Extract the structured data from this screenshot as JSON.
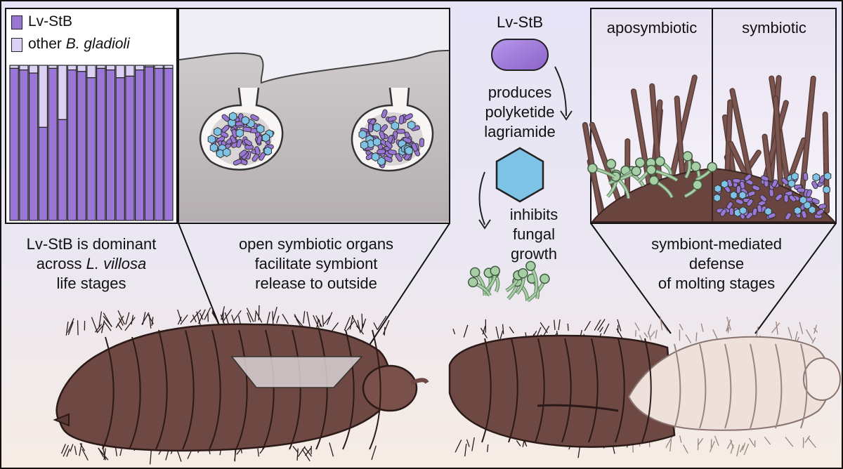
{
  "legend": {
    "items": [
      {
        "label": "Lv-StB",
        "color": "#9a77d6"
      },
      {
        "label_prefix": "other ",
        "label_italic": "B. gladioli",
        "color": "#dcd0f4"
      }
    ]
  },
  "chart_data": {
    "type": "bar",
    "stacked": true,
    "normalized": true,
    "series": [
      {
        "name": "Lv-StB",
        "values": [
          0.98,
          0.97,
          0.95,
          0.6,
          0.98,
          0.65,
          0.97,
          0.96,
          0.92,
          0.98,
          0.97,
          0.92,
          0.93,
          0.97,
          0.99,
          0.98,
          0.98
        ]
      },
      {
        "name": "other B. gladioli",
        "values": [
          0.02,
          0.03,
          0.05,
          0.4,
          0.02,
          0.35,
          0.03,
          0.04,
          0.08,
          0.02,
          0.03,
          0.08,
          0.07,
          0.03,
          0.01,
          0.02,
          0.02
        ]
      }
    ],
    "colors": {
      "Lv-StB": "#9a77d6",
      "other B. gladioli": "#dcd0f4"
    }
  },
  "captions": {
    "dominance": {
      "line1": "Lv-StB is dominant",
      "line2_prefix": "across ",
      "line2_italic": "L. villosa",
      "line3": "life stages"
    },
    "organs": {
      "line1": "open symbiotic organs",
      "line2": "facilitate symbiont",
      "line3": "release to outside"
    },
    "lagriamide": {
      "title": "Lv-StB",
      "line1": "produces",
      "line2": "polyketide",
      "line3": "lagriamide"
    },
    "fungal": {
      "line1": "inhibits",
      "line2": "fungal",
      "line3": "growth"
    },
    "defense": {
      "line1": "symbiont-mediated",
      "line2": "defense",
      "line3": "of molting stages"
    }
  },
  "panels": {
    "aposymbiotic": "aposymbiotic",
    "symbiotic": "symbiotic"
  },
  "palette": {
    "symbiont": "#9a77d6",
    "lagriamide": "#7ec3e6",
    "fungus": "#a7cfa6",
    "larva": "#6b453e",
    "pale_larva": "#efe2dd"
  }
}
